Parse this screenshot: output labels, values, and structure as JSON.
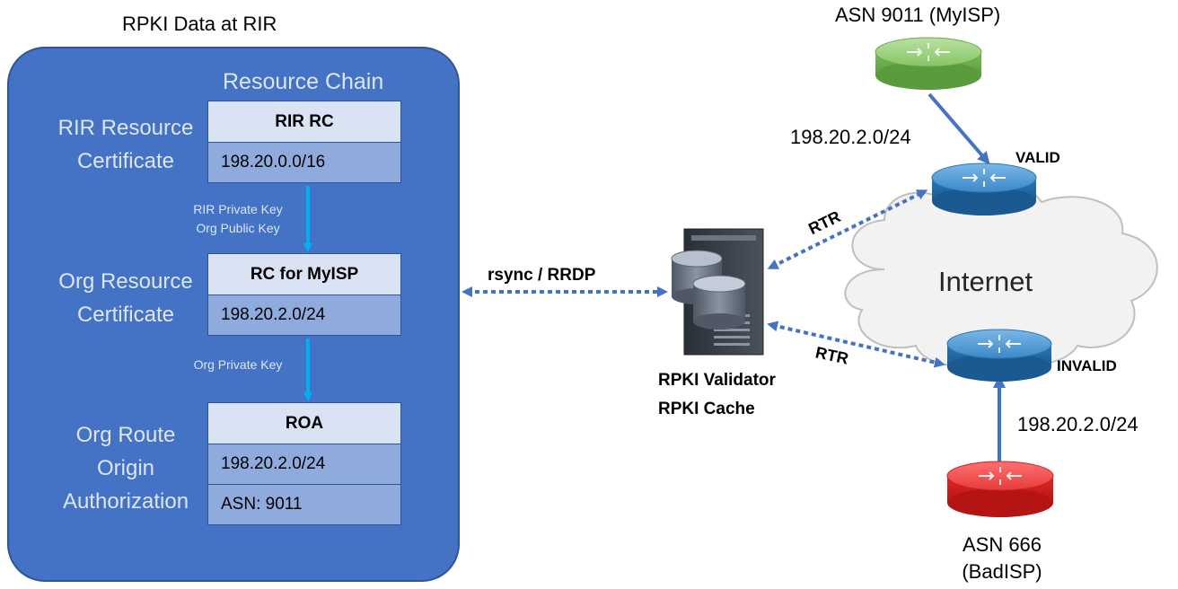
{
  "panel": {
    "title": "RPKI Data at RIR",
    "chain_label": "Resource Chain",
    "sections": [
      {
        "side_label_1": "RIR Resource",
        "side_label_2": "Certificate",
        "header": "RIR RC",
        "rows": [
          "198.20.0.0/16"
        ]
      },
      {
        "side_label_1": "Org Resource",
        "side_label_2": "Certificate",
        "header": "RC for MyISP",
        "rows": [
          "198.20.2.0/24"
        ]
      },
      {
        "side_label_1": "Org Route",
        "side_label_2": "Origin",
        "side_label_3": "Authorization",
        "header": "ROA",
        "rows": [
          "198.20.2.0/24",
          "ASN: 9011"
        ]
      }
    ],
    "keys": [
      {
        "line1": "RIR Private Key",
        "line2": "Org Public Key"
      },
      {
        "line1": "Org Private Key"
      }
    ]
  },
  "sync_label": "rsync / RRDP",
  "validator": {
    "line1": "RPKI Validator",
    "line2": "RPKI Cache"
  },
  "rtr_top": "RTR",
  "rtr_bottom": "RTR",
  "internet_label": "Internet",
  "good_asn": {
    "label": "ASN 9011 (MyISP)",
    "prefix": "198.20.2.0/24"
  },
  "bad_asn": {
    "line1": "ASN 666",
    "line2": "(BadISP)",
    "prefix": "198.20.2.0/24"
  },
  "valid_label": "VALID",
  "invalid_label": "INVALID",
  "colors": {
    "panel": "#4472c4",
    "arrow_cyan": "#00b0f0",
    "dotted_arrow": "#4472c4",
    "router_blue": "#2e75b6",
    "router_green": "#70ad47",
    "router_red": "#e03030"
  }
}
